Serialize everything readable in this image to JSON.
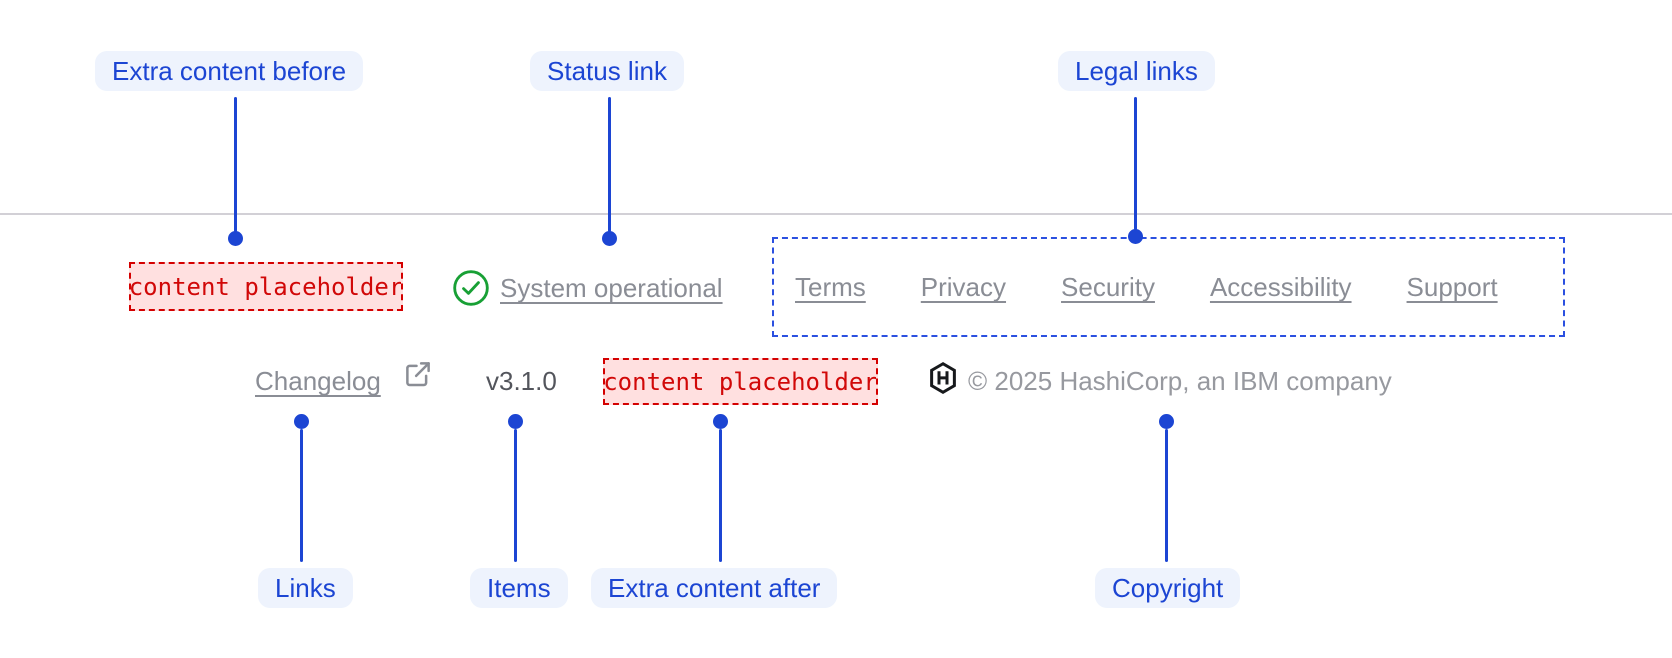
{
  "annotations": {
    "extra_content_before": "Extra content before",
    "status_link": "Status link",
    "legal_links": "Legal links",
    "links": "Links",
    "items": "Items",
    "extra_content_after": "Extra content after",
    "copyright": "Copyright"
  },
  "footer": {
    "extra_content_before": "content placeholder",
    "status": {
      "label": "System operational",
      "icon": "check-circle-icon"
    },
    "legal": {
      "links": [
        "Terms",
        "Privacy",
        "Security",
        "Accessibility",
        "Support"
      ]
    },
    "links": [
      {
        "label": "Changelog",
        "icon": "external-link-icon"
      }
    ],
    "version": "v3.1.0",
    "extra_content_after": "content placeholder",
    "copyright": {
      "logo": "hashicorp-logo",
      "text": "© 2025 HashiCorp, an IBM company"
    }
  },
  "colors": {
    "annotation_blue": "#1c45d3",
    "annotation_pill_bg": "#eef3fd",
    "placeholder_red": "#d40000",
    "placeholder_text_red": "#d10808",
    "placeholder_bg": "#ffe0e0",
    "legal_border_blue": "#2b50e0",
    "status_green": "#18a035",
    "link_gray": "#8a8d95",
    "version_gray": "#53555c",
    "copyright_gray": "#97999f",
    "logo_black": "#17191c",
    "divider_gray": "#d2d0d6"
  }
}
